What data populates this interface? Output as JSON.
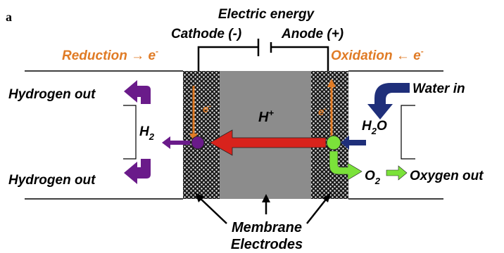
{
  "panel_tag": "a",
  "labels": {
    "power_source": "Electric energy",
    "cathode": "Cathode (-)",
    "anode": "Anode (+)",
    "reduction": "Reduction → e",
    "reduction_sup": "-",
    "oxidation": "Oxidation ← e",
    "oxidation_sup": "-",
    "hydrogen_out_top": "Hydrogen out",
    "hydrogen_out_bottom": "Hydrogen out",
    "h2": "H",
    "h2_sub": "2",
    "proton": "H",
    "proton_sup": "+",
    "water_in": "Water in",
    "h2o_h": "H",
    "h2o_sub": "2",
    "h2o_o": "O",
    "o2": "O",
    "o2_sub": "2",
    "oxygen_out": "Oxygen out",
    "electron_left": "e",
    "electron_left_sup": "-",
    "electron_right": "e",
    "electron_right_sup": "-",
    "membrane": "Membrane",
    "electrodes": "Electrodes"
  },
  "colors": {
    "orange": "#e07b25",
    "purple": "#6a1b8a",
    "navy": "#1f2f7a",
    "red": "#d8231c",
    "green": "#7be23a",
    "membrane": "#8c8c8c"
  }
}
